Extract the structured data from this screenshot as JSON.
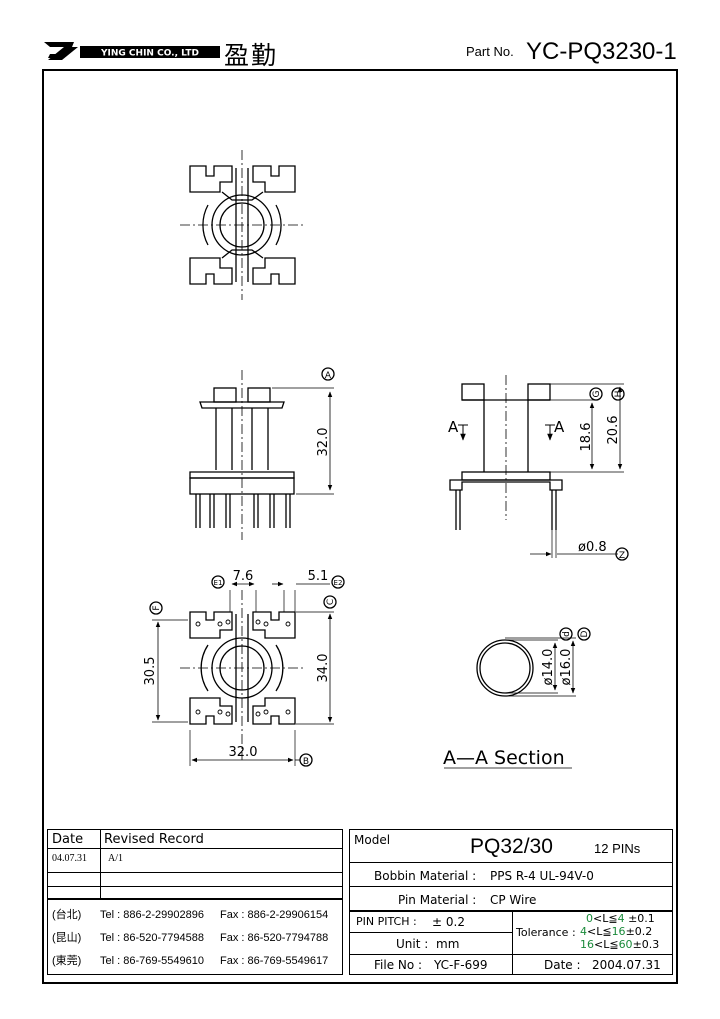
{
  "header": {
    "company": "YING CHIN CO., LTD",
    "company_cn": "盈勤",
    "part_label": "Part No.",
    "part_no": "YC-PQ3230-1"
  },
  "dims": {
    "top_height": "32.0",
    "g_height": "18.6",
    "h_height": "20.6",
    "pin_dia": "ø0.8",
    "e1": "7.6",
    "e2": "5.1",
    "f_dim": "30.5",
    "c_dim": "34.0",
    "b_dim": "32.0",
    "d_inner": "ø14.0",
    "d_outer": "ø16.0",
    "section_a": "A",
    "section_label": "A—A Section"
  },
  "markers": {
    "A": "A",
    "B": "B",
    "C": "C",
    "D": "D",
    "d": "d",
    "E1": "E1",
    "E2": "E2",
    "F": "F",
    "G": "G",
    "H": "H",
    "Z": "Z"
  },
  "revision": {
    "col_date": "Date",
    "col_record": "Revised Record",
    "rows": [
      {
        "date": "04.07.31",
        "record": "A/1"
      },
      {
        "date": "",
        "record": ""
      },
      {
        "date": "",
        "record": ""
      }
    ]
  },
  "contacts": [
    {
      "region": "(台北)",
      "tel": "Tel : 886-2-29902896",
      "fax": "Fax : 886-2-29906154"
    },
    {
      "region": "(昆山)",
      "tel": "Tel : 86-520-7794588",
      "fax": "Fax : 86-520-7794788"
    },
    {
      "region": "(東莞)",
      "tel": "Tel : 86-769-5549610",
      "fax": "Fax : 86-769-5549617"
    }
  ],
  "spec": {
    "model_label": "Model",
    "model": "PQ32/30",
    "pins": "12 PINs",
    "bobbin_label": "Bobbin Material :",
    "bobbin": "PPS R-4  UL-94V-0",
    "pin_label": "Pin Material :",
    "pin_material": "CP Wire",
    "pitch_label": "PIN  PITCH :",
    "pitch": "± 0.2",
    "unit_label": "Unit :",
    "unit": "mm",
    "file_label": "File  No :",
    "file": "YC-F-699",
    "date_label": "Date :",
    "date": "2004.07.31",
    "tolerance_label": "Tolerance :",
    "tol": [
      {
        "lo": "0",
        "hi": "4",
        "val": "±0.1"
      },
      {
        "lo": "4",
        "hi": "16",
        "val": "±0.2"
      },
      {
        "lo": "16",
        "hi": "60",
        "val": "±0.3"
      }
    ]
  }
}
